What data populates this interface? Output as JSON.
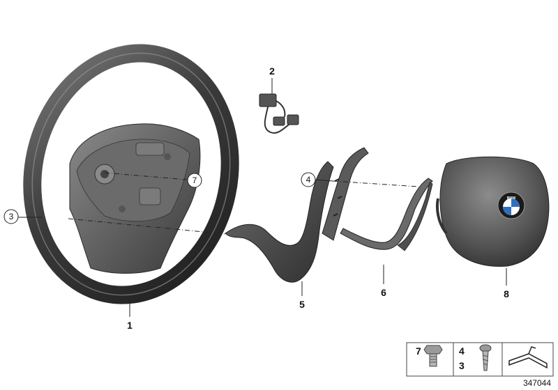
{
  "callouts": {
    "c1": "1",
    "c2": "2",
    "c3": "3",
    "c4": "4",
    "c5": "5",
    "c6": "6",
    "c7": "7",
    "c8": "8"
  },
  "hardware_box": {
    "left_label": "7",
    "mid_top_label": "4",
    "mid_bottom_label": "3"
  },
  "diagram_code": "347044",
  "colors": {
    "rim": "#3c3c3c",
    "rim_highlight": "#6a6a6a",
    "hub": "#5a5a5a",
    "trim": "#4a4a4a",
    "airbag": "#575757",
    "bmw_blue": "#2f6fc0"
  }
}
